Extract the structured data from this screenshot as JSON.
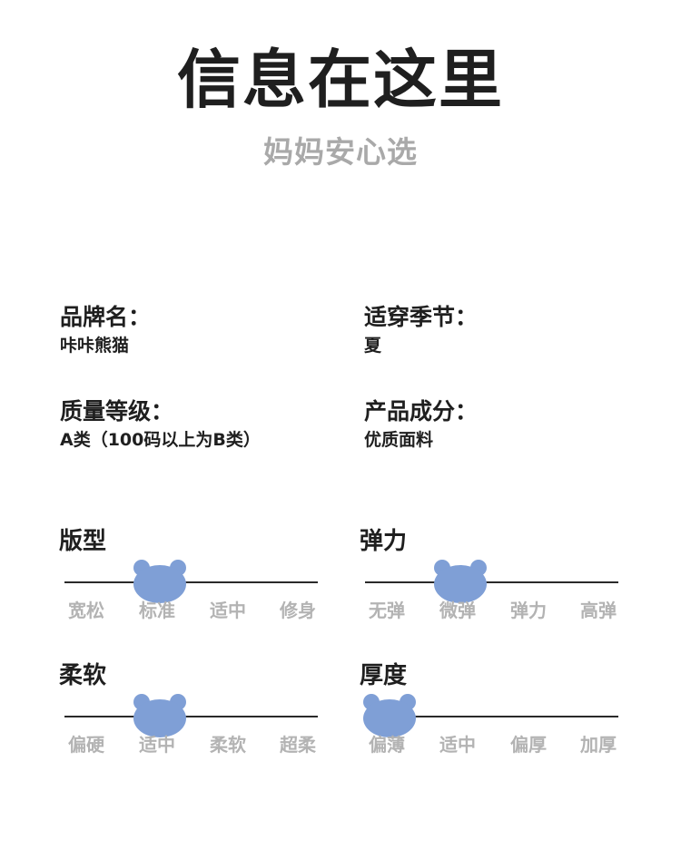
{
  "header": {
    "title": "信息在这里",
    "subtitle": "妈妈安心选"
  },
  "info": {
    "brand": {
      "label": "品牌名：",
      "value": "咔咔熊猫"
    },
    "season": {
      "label": "适穿季节：",
      "value": "夏"
    },
    "grade": {
      "label": "质量等级：",
      "value": "A类（100码以上为B类）"
    },
    "material": {
      "label": "产品成分：",
      "value": "优质面料"
    }
  },
  "scales": {
    "fit": {
      "title": "版型",
      "options": [
        "宽松",
        "标准",
        "适中",
        "修身"
      ],
      "selected_index": 1
    },
    "elastic": {
      "title": "弹力",
      "options": [
        "无弹",
        "微弹",
        "弹力",
        "高弹"
      ],
      "selected_index": 1
    },
    "softness": {
      "title": "柔软",
      "options": [
        "偏硬",
        "适中",
        "柔软",
        "超柔"
      ],
      "selected_index": 1
    },
    "thickness": {
      "title": "厚度",
      "options": [
        "偏薄",
        "适中",
        "偏厚",
        "加厚"
      ],
      "selected_index": 0
    }
  },
  "colors": {
    "indicator": "#7f9fd6",
    "text_dark": "#1f1f1f",
    "text_muted": "#b3b3b3"
  },
  "icons": {
    "indicator": "bear-head-icon"
  }
}
